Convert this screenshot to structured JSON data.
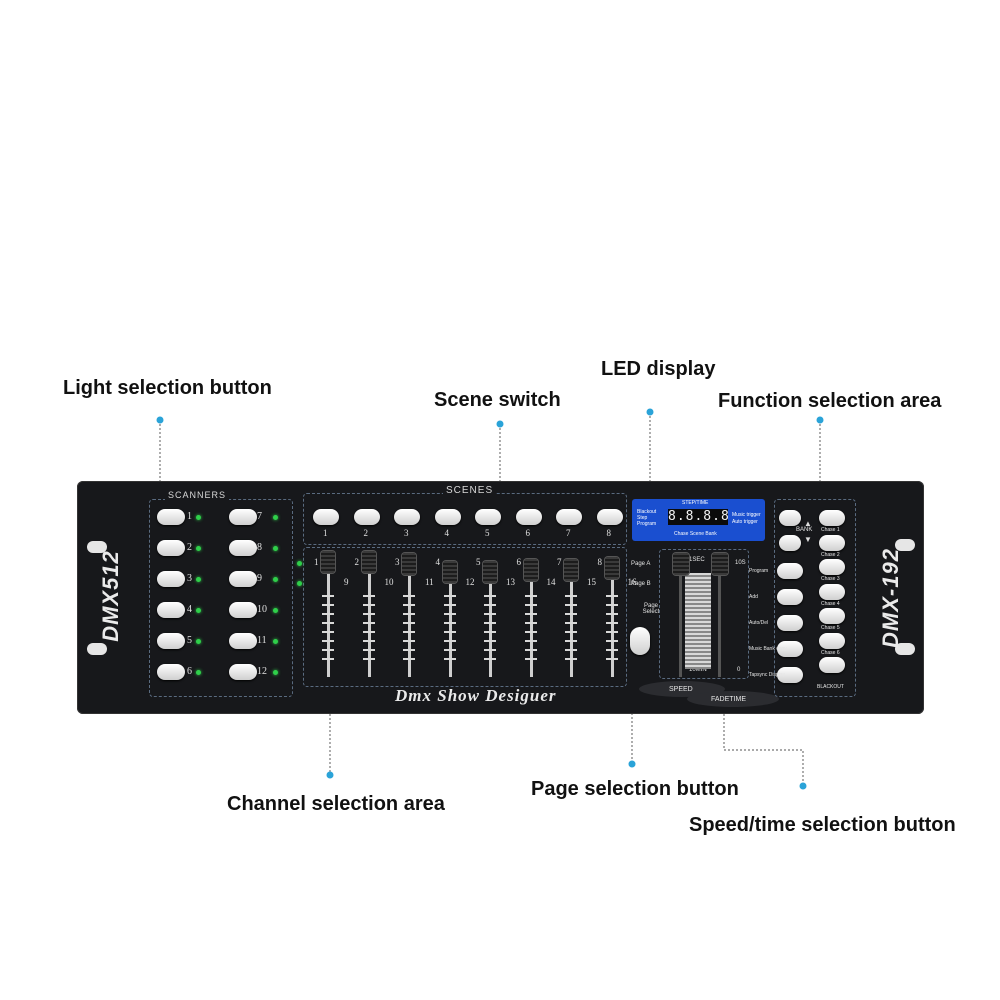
{
  "callouts": {
    "light_selection": "Light selection button",
    "scene_switch": "Scene switch",
    "led_display": "LED display",
    "function_selection": "Function selection area",
    "channel_selection": "Channel selection area",
    "page_selection": "Page selection button",
    "speed_time_selection": "Speed/time selection button"
  },
  "device": {
    "model_left": "DMX512",
    "model_right": "DMX-192",
    "brand": "Dmx Show Desiguer",
    "scanners_label": "SCANNERS",
    "scenes_label": "SCENES",
    "scanners_left": [
      "1",
      "2",
      "3",
      "4",
      "5",
      "6"
    ],
    "scanners_right": [
      "7",
      "8",
      "9",
      "10",
      "11",
      "12"
    ],
    "scenes": [
      "1",
      "2",
      "3",
      "4",
      "5",
      "6",
      "7",
      "8"
    ],
    "channels_top": [
      "1",
      "2",
      "3",
      "4",
      "5",
      "6",
      "7",
      "8"
    ],
    "channels_bottom": [
      "9",
      "10",
      "11",
      "12",
      "13",
      "14",
      "15",
      "16"
    ],
    "page_a": "Page A",
    "page_b": "Page B",
    "page_select": "Page Select",
    "display": {
      "header": "STEP/TIME",
      "left_lines": [
        "Blackout",
        "Step",
        "Program"
      ],
      "right_lines": [
        "Music trigger",
        "Auto trigger"
      ],
      "value": "8.8.8.8",
      "footer": "Chase Scene Bank"
    },
    "speed": {
      "label_top_left": "0.1SEC",
      "label_top_right": "10S",
      "label_bottom_left": "10MIN",
      "label_bottom_right": "0",
      "speed_label": "SPEED",
      "fadetime_label": "FADETIME"
    },
    "functions": {
      "bank": "BANK",
      "left": [
        "Program",
        "Add",
        "Auto/Del",
        "Music Bank copy",
        "Tapsync Display"
      ],
      "chases": [
        "Chase 1",
        "Chase 2",
        "Chase 3",
        "Chase 4",
        "Chase 5",
        "Chase 6"
      ],
      "blackout": "BLACKOUT"
    }
  },
  "colors": {
    "panel": "#17181b",
    "led_green": "#2fcf4a",
    "display_blue": "#1a4fd0",
    "leader_line": "#555555",
    "dot": "#2aa3d8"
  }
}
